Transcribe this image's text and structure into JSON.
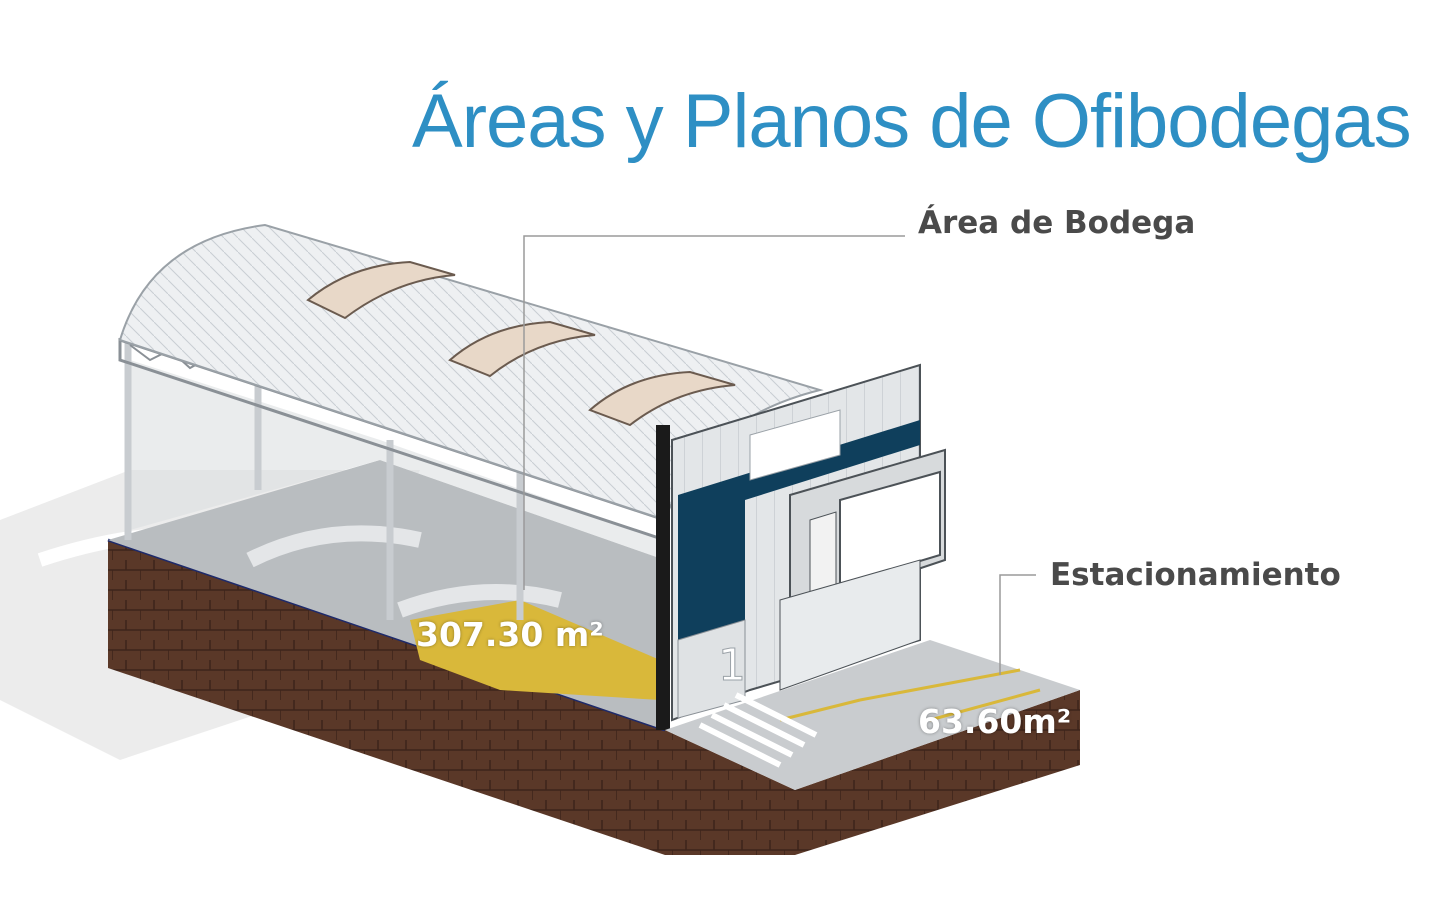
{
  "title": "Áreas y Planos de Ofibodegas",
  "callouts": {
    "bodega": {
      "label": "Área de Bodega",
      "area": "307.30 m²"
    },
    "estacionamiento": {
      "label": "Estacionamiento",
      "area": "63.60m²"
    }
  },
  "parking_number": "1",
  "colors": {
    "title": "#2e8fc4",
    "callout_text": "#4a4a4a",
    "brick": "#5a3828",
    "roof": "#eef0f2",
    "office_panel": "#0f3f5c",
    "floor_marking": "#d9b83a"
  }
}
